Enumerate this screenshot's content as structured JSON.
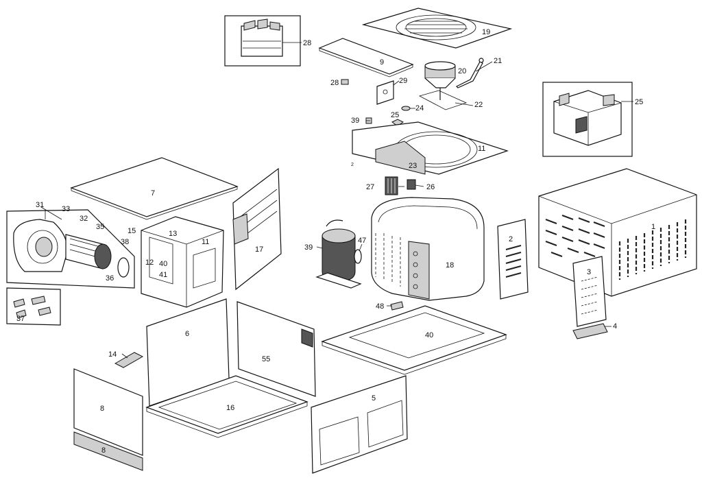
{
  "labels": {
    "p1": "1",
    "p2": "2",
    "p3": "3",
    "p4": "4",
    "p5": "5",
    "p6": "6",
    "p7": "7",
    "p8a": "8",
    "p8b": "8",
    "p9": "9",
    "p11a": "11",
    "p11b": "11",
    "p12": "12",
    "p13": "13",
    "p14": "14",
    "p15": "15",
    "p16": "16",
    "p17": "17",
    "p18": "18",
    "p19": "19",
    "p20": "20",
    "p21": "21",
    "p22": "22",
    "p23": "23",
    "p24": "24",
    "p25a": "25",
    "p25b": "25",
    "p26": "26",
    "p27": "27",
    "p28a": "28",
    "p28b": "28",
    "p29": "29",
    "p31": "31",
    "p32": "32",
    "p33": "33",
    "p35": "35",
    "p36": "36",
    "p37": "37",
    "p38": "38",
    "p39a": "39",
    "p39b": "39",
    "p40a": "40",
    "p40b": "40",
    "p41": "41",
    "p47": "47",
    "p48": "48",
    "p55": "55",
    "pm2": "2"
  }
}
